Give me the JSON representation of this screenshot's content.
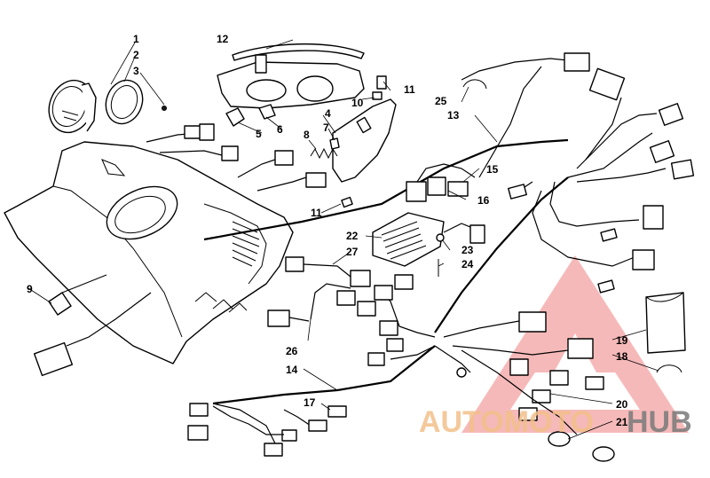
{
  "callouts": [
    {
      "id": "1",
      "text": "1"
    },
    {
      "id": "2",
      "text": "2"
    },
    {
      "id": "3",
      "text": "3"
    },
    {
      "id": "4",
      "text": "4"
    },
    {
      "id": "5",
      "text": "5"
    },
    {
      "id": "6",
      "text": "6"
    },
    {
      "id": "7",
      "text": "7"
    },
    {
      "id": "8",
      "text": "8"
    },
    {
      "id": "9",
      "text": "9"
    },
    {
      "id": "10",
      "text": "10"
    },
    {
      "id": "11a",
      "text": "11"
    },
    {
      "id": "11b",
      "text": "11"
    },
    {
      "id": "12",
      "text": "12"
    },
    {
      "id": "13",
      "text": "13"
    },
    {
      "id": "14",
      "text": "14"
    },
    {
      "id": "15",
      "text": "15"
    },
    {
      "id": "16",
      "text": "16"
    },
    {
      "id": "17",
      "text": "17"
    },
    {
      "id": "18",
      "text": "18"
    },
    {
      "id": "19",
      "text": "19"
    },
    {
      "id": "20",
      "text": "20"
    },
    {
      "id": "21",
      "text": "21"
    },
    {
      "id": "22",
      "text": "22"
    },
    {
      "id": "23",
      "text": "23"
    },
    {
      "id": "24",
      "text": "24"
    },
    {
      "id": "25",
      "text": "25"
    },
    {
      "id": "26",
      "text": "26"
    },
    {
      "id": "27",
      "text": "27"
    }
  ],
  "watermark": {
    "part1": "AUTOMOTO",
    "part2": "HUB",
    "part1_color": "#f3c08a",
    "part2_color": "#7a7a7a",
    "logo_color": "#f08080"
  }
}
